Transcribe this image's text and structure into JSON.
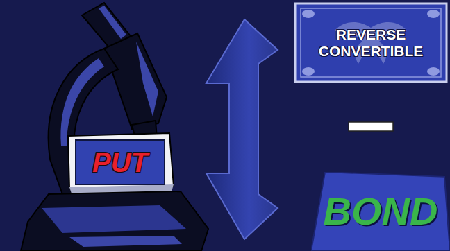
{
  "diagram": {
    "nodes": [
      {
        "text": [
          "PUT"
        ]
      },
      {
        "text": [
          "REVERSE CONVERTIBLE"
        ]
      },
      {
        "text": [
          "BOND"
        ]
      }
    ]
  }
}
